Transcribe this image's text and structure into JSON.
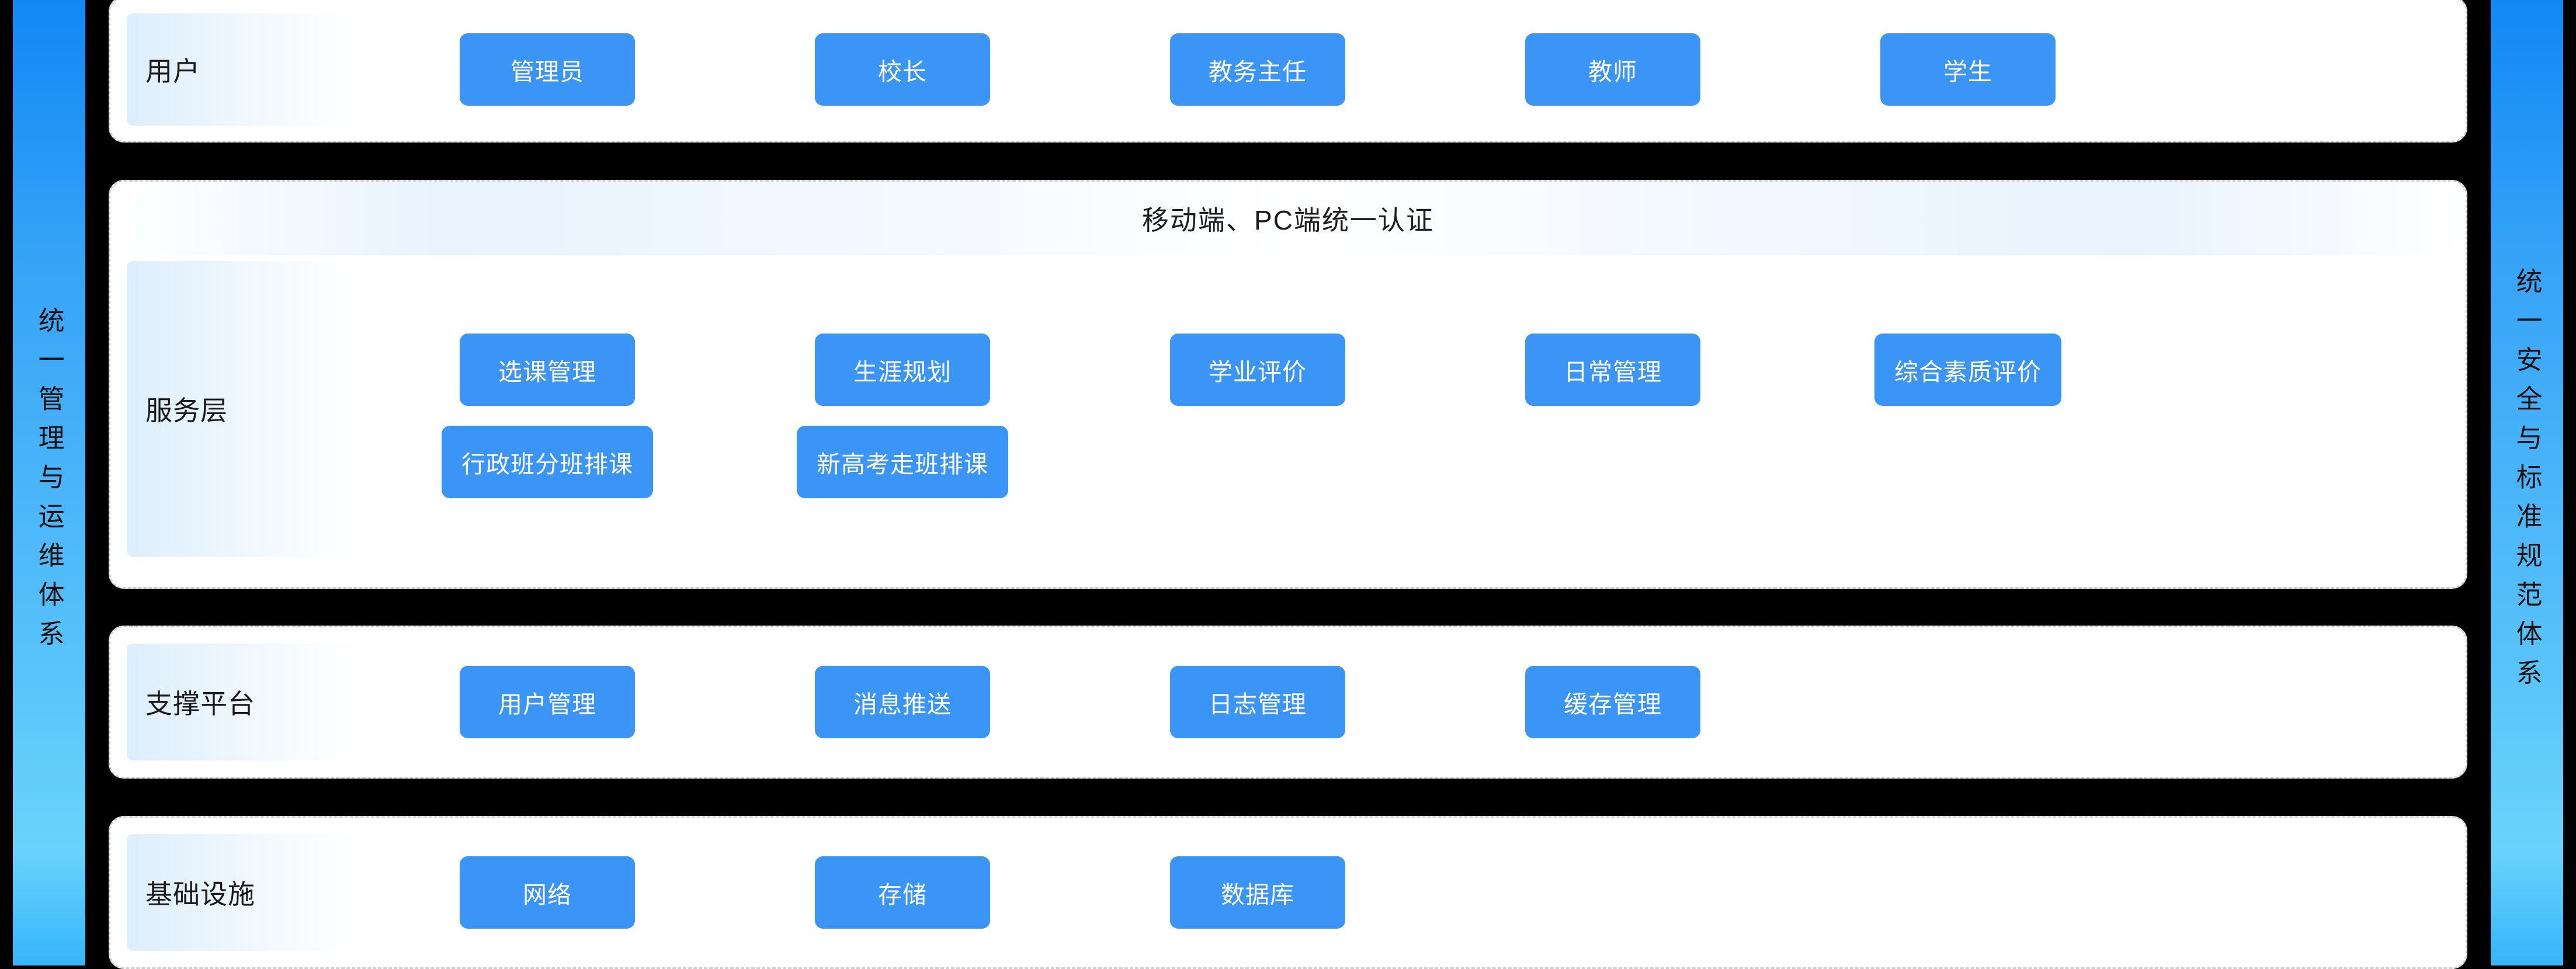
{
  "rails": {
    "left": "统一管理与运维体系",
    "right": "统一安全与标准规范体系"
  },
  "colors": {
    "chip_blue": "#3b95f6",
    "rail_gradient_top": "#1188f5",
    "rail_gradient_bottom": "#6ad3fb",
    "card_background": "#ffffff",
    "card_border": "#cfcfcf",
    "page_background": "#000000",
    "label_panel_gradient_start": "#ddeefc",
    "label_panel_gradient_end": "#ffffff"
  },
  "layers": [
    {
      "id": "users",
      "label": "用户",
      "rows": [
        [
          "管理员",
          "校长",
          "教务主任",
          "教师",
          "学生"
        ]
      ]
    },
    {
      "id": "service",
      "label": "服务层",
      "banner": "移动端、PC端统一认证",
      "rows": [
        [
          "选课管理",
          "生涯规划",
          "学业评价",
          "日常管理",
          "综合素质评价"
        ],
        [
          "行政班分班排课",
          "新高考走班排课"
        ]
      ]
    },
    {
      "id": "support",
      "label": "支撑平台",
      "rows": [
        [
          "用户管理",
          "消息推送",
          "日志管理",
          "缓存管理"
        ]
      ]
    },
    {
      "id": "infra",
      "label": "基础设施",
      "rows": [
        [
          "网络",
          "存储",
          "数据库"
        ]
      ]
    }
  ]
}
